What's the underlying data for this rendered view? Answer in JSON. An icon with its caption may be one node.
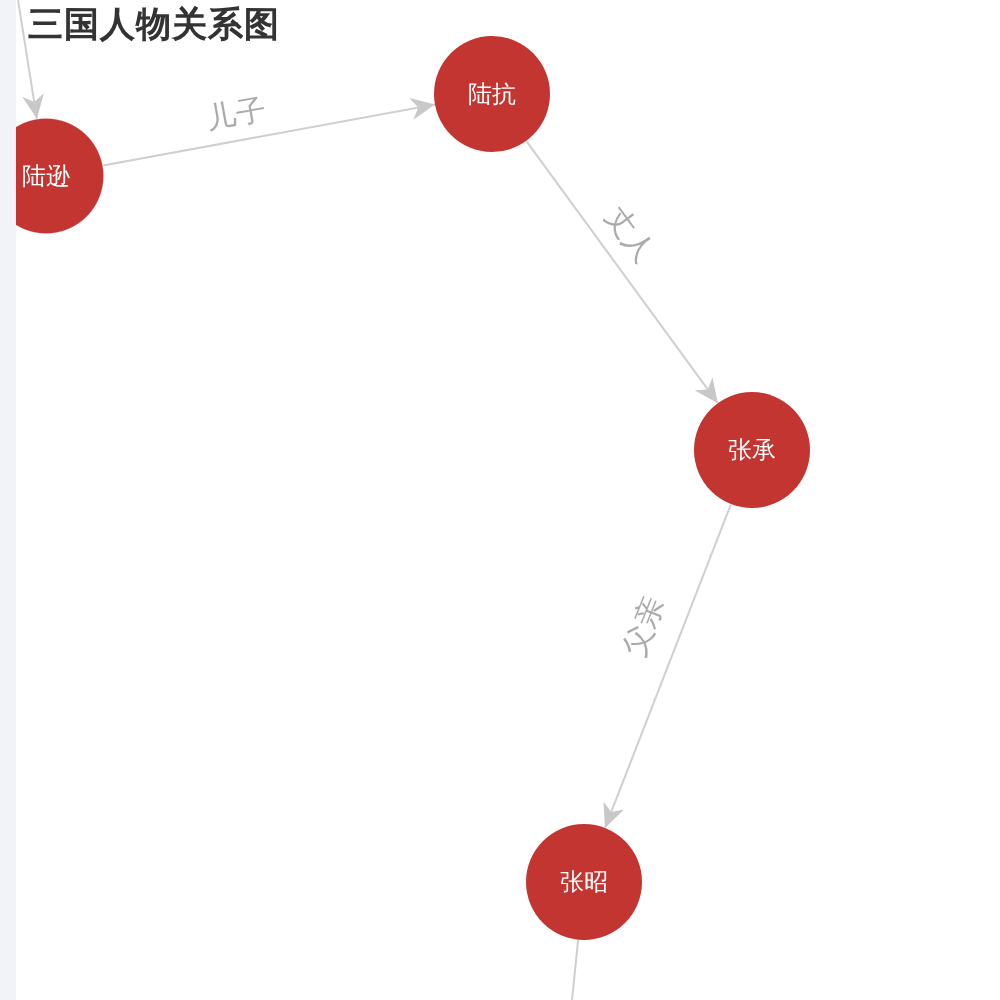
{
  "diagram": {
    "title": "三国人物关系图",
    "nodes": [
      {
        "text": [
          "陆逊"
        ]
      },
      {
        "text": [
          "陆抗"
        ]
      },
      {
        "text": [
          "张承"
        ]
      },
      {
        "text": [
          "张昭"
        ]
      }
    ],
    "edges": [
      {
        "from": null,
        "to": 0,
        "arrow": "to"
      },
      {
        "from": 0,
        "to": 1,
        "arrow": "to",
        "label": "儿子"
      },
      {
        "from": 1,
        "to": 2,
        "arrow": "to",
        "label": "丈人"
      },
      {
        "from": 2,
        "to": 3,
        "arrow": "to",
        "label": "父亲"
      },
      {
        "from": 3,
        "to": null,
        "arrow": "none"
      }
    ]
  }
}
